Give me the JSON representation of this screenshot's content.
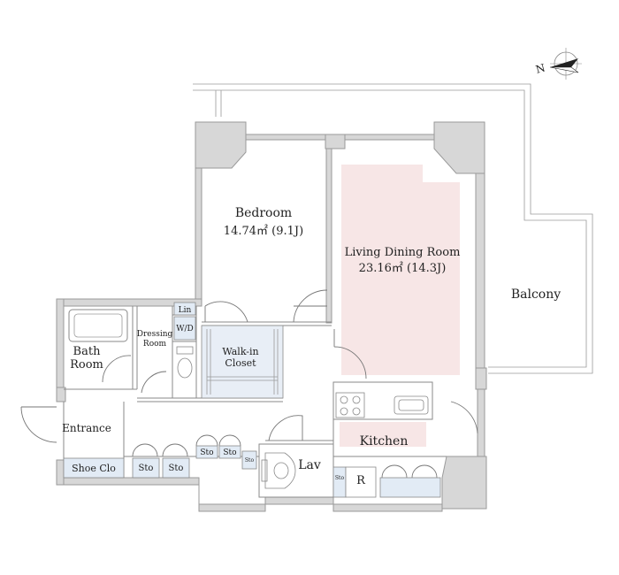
{
  "colors": {
    "wall": "#d7d7d7",
    "living_highlight": "#f7e6e6",
    "storage": "#e2ebf5",
    "text": "#222222"
  },
  "compass": {
    "label": "N",
    "icon": "compass-icon"
  },
  "rooms": {
    "bedroom": {
      "name": "Bedroom",
      "area": "14.74㎡ (9.1J)"
    },
    "living": {
      "name": "Living Dining Room",
      "area": "23.16㎡ (14.3J)"
    },
    "balcony": {
      "name": "Balcony"
    },
    "bath": {
      "name_line1": "Bath",
      "name_line2": "Room"
    },
    "dressing": {
      "name_line1": "Dressing",
      "name_line2": "Room"
    },
    "lin": {
      "name": "Lin"
    },
    "wd": {
      "name": "W/D"
    },
    "walkin": {
      "name_line1": "Walk-in",
      "name_line2": "Closet"
    },
    "entrance": {
      "name": "Entrance"
    },
    "kitchen": {
      "name": "Kitchen"
    },
    "shoe": {
      "name": "Shoe Clo"
    },
    "lav": {
      "name": "Lav"
    },
    "fridge": {
      "name": "R"
    },
    "sto": {
      "label": "Sto"
    }
  }
}
